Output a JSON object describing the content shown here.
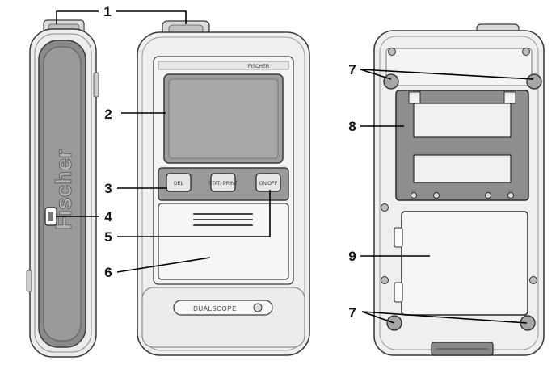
{
  "callouts": {
    "c1": "1",
    "c2": "2",
    "c3": "3",
    "c4": "4",
    "c5": "5",
    "c6": "6",
    "c7_top": "7",
    "c8": "8",
    "c9": "9",
    "c7_bottom": "7"
  },
  "side_view": {
    "brand_text": "Fischer"
  },
  "front_view": {
    "logo_text": "FISCHER",
    "buttons": {
      "del": "DEL",
      "stat": "STAT/ PRINT",
      "onoff": "ON/OFF"
    },
    "model_name": "DUALSCOPE"
  },
  "colors": {
    "outline": "#3a3a3a",
    "body_fill": "#ececec",
    "display_fill": "#9c9c9c",
    "stand_fill": "#8e8e8e",
    "side_grip": "#8a8a8a"
  }
}
